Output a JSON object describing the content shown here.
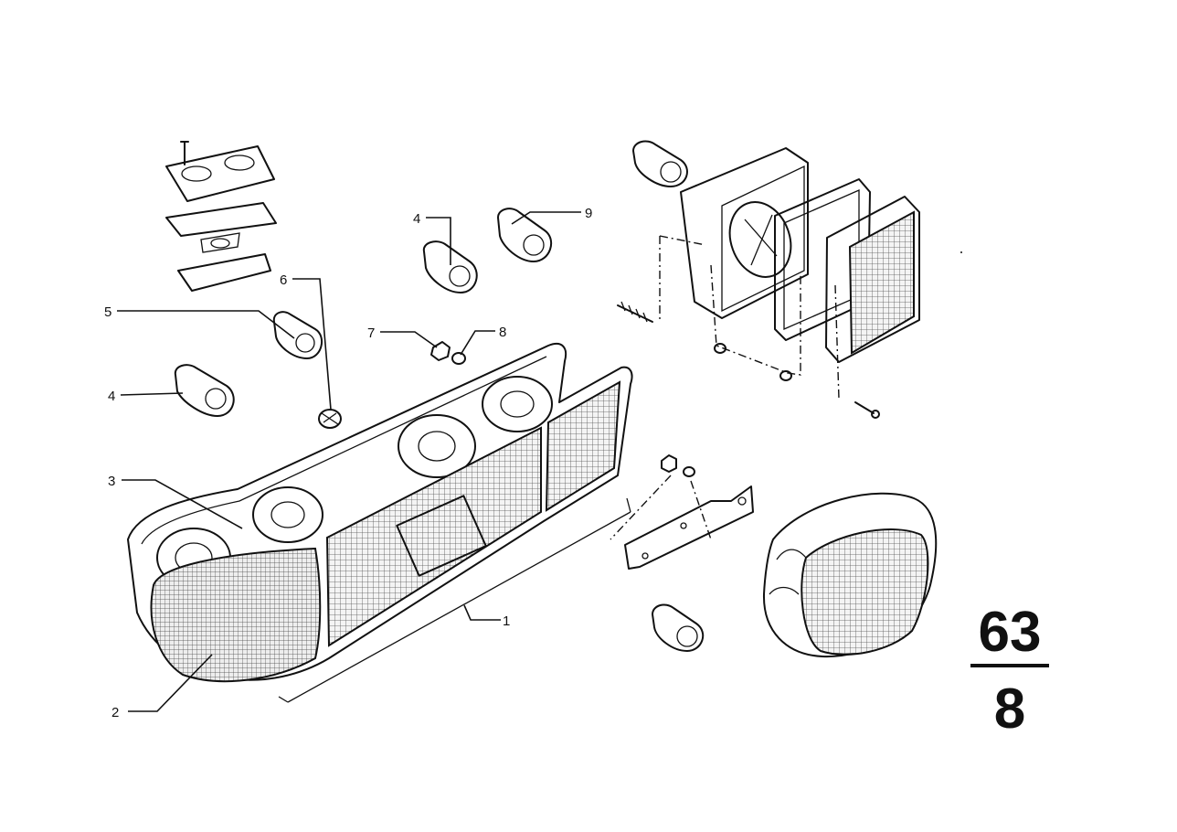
{
  "callouts": {
    "c1": "1",
    "c2": "2",
    "c3": "3",
    "c4a": "4",
    "c4b": "4",
    "c5": "5",
    "c6": "6",
    "c7": "7",
    "c8": "8",
    "c9": "9"
  },
  "group": {
    "main": "63",
    "sub": "8"
  },
  "colors": {
    "ink": "#111111",
    "paper": "#ffffff"
  }
}
